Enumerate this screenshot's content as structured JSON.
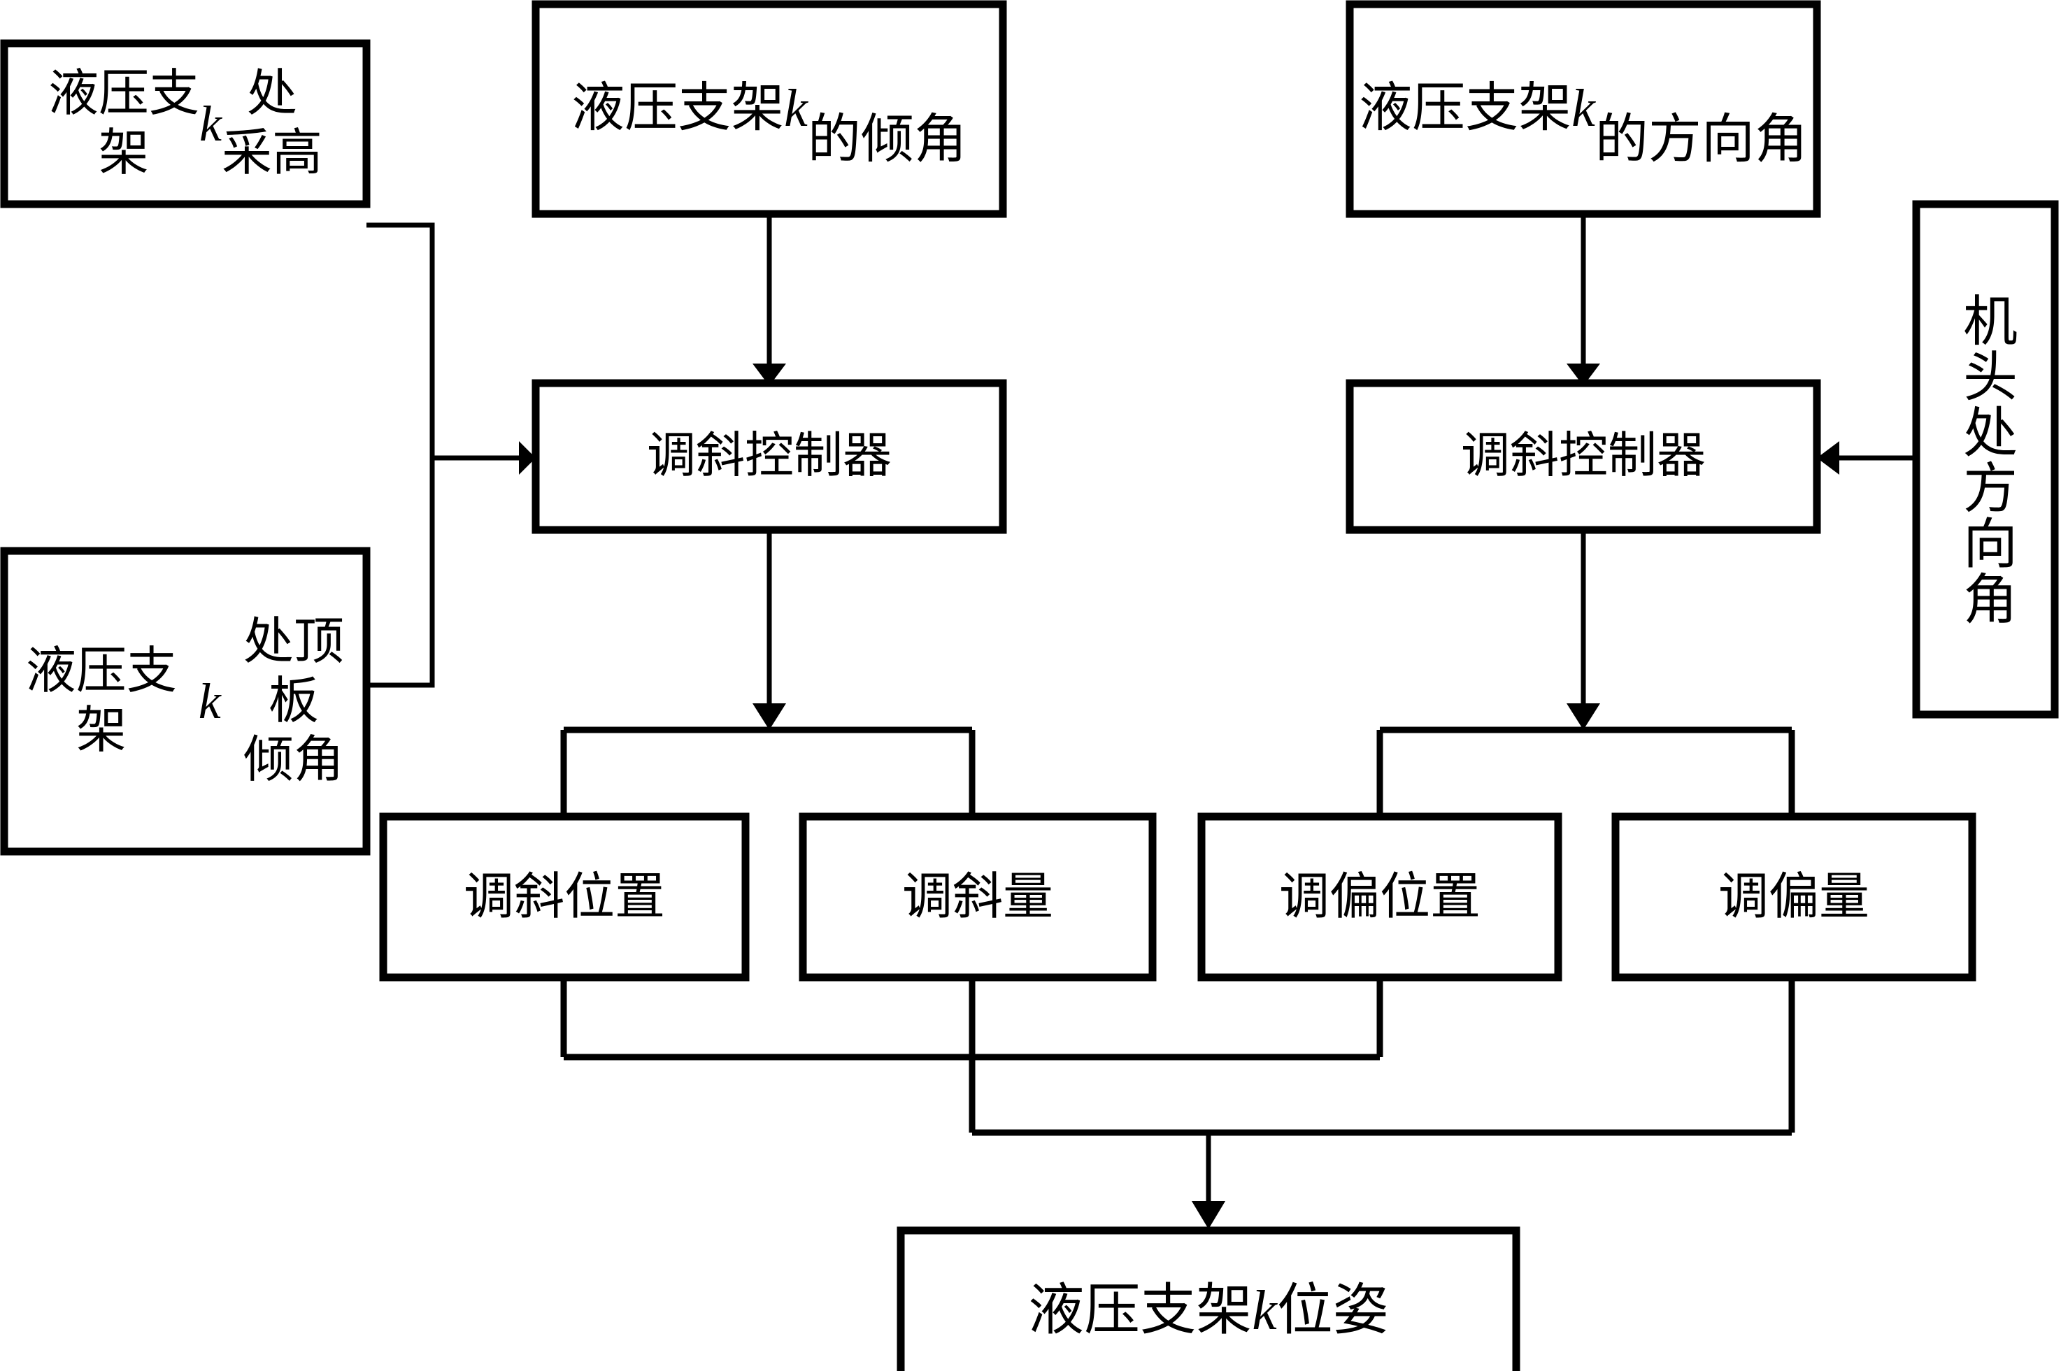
{
  "diagram": {
    "title": "液压支架位姿调控流程图",
    "background_color": "#ffffff",
    "line_color": "#000000",
    "boxes": [
      {
        "id": "mining-height",
        "name": "hydraulic-support-k-mining-height-box",
        "text": "液压支\n架 k 处\n采高",
        "orientation": "horizontal"
      },
      {
        "id": "roof-inclination",
        "name": "hydraulic-support-k-roof-inclination-box",
        "text": "液压支架\nk 处顶板\n倾角",
        "orientation": "horizontal"
      },
      {
        "id": "support-inclination",
        "name": "hydraulic-support-k-inclination-box",
        "text": "液压支架k\n的倾角",
        "orientation": "horizontal"
      },
      {
        "id": "support-azimuth",
        "name": "hydraulic-support-k-azimuth-box",
        "text": "液压支架k\n的方向角",
        "orientation": "horizontal"
      },
      {
        "id": "head-azimuth",
        "name": "machine-head-azimuth-box",
        "text": "机头处方向角",
        "orientation": "vertical"
      },
      {
        "id": "tilt-controller-left",
        "name": "tilt-controller-left-box",
        "text": "调斜控制器",
        "orientation": "horizontal"
      },
      {
        "id": "tilt-controller-right",
        "name": "tilt-controller-right-box",
        "text": "调斜控制器",
        "orientation": "horizontal"
      },
      {
        "id": "tilt-position",
        "name": "tilt-adjust-position-box",
        "text": "调斜位置",
        "orientation": "horizontal"
      },
      {
        "id": "tilt-amount",
        "name": "tilt-adjust-amount-box",
        "text": "调斜量",
        "orientation": "horizontal"
      },
      {
        "id": "deviation-position",
        "name": "deviation-adjust-position-box",
        "text": "调偏位置",
        "orientation": "horizontal"
      },
      {
        "id": "deviation-amount",
        "name": "deviation-adjust-amount-box",
        "text": "调偏量",
        "orientation": "horizontal"
      },
      {
        "id": "pose-result",
        "name": "hydraulic-support-k-pose-box",
        "text": "液压支架k位姿",
        "orientation": "horizontal"
      }
    ],
    "labels": {
      "mining_height": "液压支\n架 k 处\n采高",
      "roof_inclination": "液压支架\nk 处顶板\n倾角",
      "support_inclination": "液压支架k\n的倾角",
      "support_azimuth": "液压支架k\n的方向角",
      "head_azimuth": "机头处方向角",
      "tilt_controller_left": "调斜控制器",
      "tilt_controller_right": "调斜控制器",
      "tilt_position": "调斜位置",
      "tilt_amount": "调斜量",
      "deviation_position": "调偏位置",
      "deviation_amount": "调偏量",
      "pose_result": "液压支架k位姿"
    },
    "connections": [
      {
        "name": "mining-height-to-tilt-controller-left",
        "from": "mining-height",
        "to": "tilt-controller-left",
        "arrow": true
      },
      {
        "name": "roof-inclination-to-tilt-controller-left",
        "from": "roof-inclination",
        "to": "tilt-controller-left",
        "arrow": true
      },
      {
        "name": "support-inclination-to-tilt-controller-left",
        "from": "support-inclination",
        "to": "tilt-controller-left",
        "arrow": true
      },
      {
        "name": "support-azimuth-to-tilt-controller-right",
        "from": "support-azimuth",
        "to": "tilt-controller-right",
        "arrow": true
      },
      {
        "name": "head-azimuth-to-tilt-controller-right",
        "from": "head-azimuth",
        "to": "tilt-controller-right",
        "arrow": true
      },
      {
        "name": "tilt-controller-left-to-tilt-outputs",
        "from": "tilt-controller-left",
        "to": "tilt-position,tilt-amount",
        "arrow": true
      },
      {
        "name": "tilt-controller-right-to-deviation-outputs",
        "from": "tilt-controller-right",
        "to": "deviation-position,deviation-amount",
        "arrow": true
      },
      {
        "name": "outputs-to-pose-result",
        "from": "tilt-position,tilt-amount,deviation-position,deviation-amount",
        "to": "pose-result",
        "arrow": true
      }
    ]
  }
}
